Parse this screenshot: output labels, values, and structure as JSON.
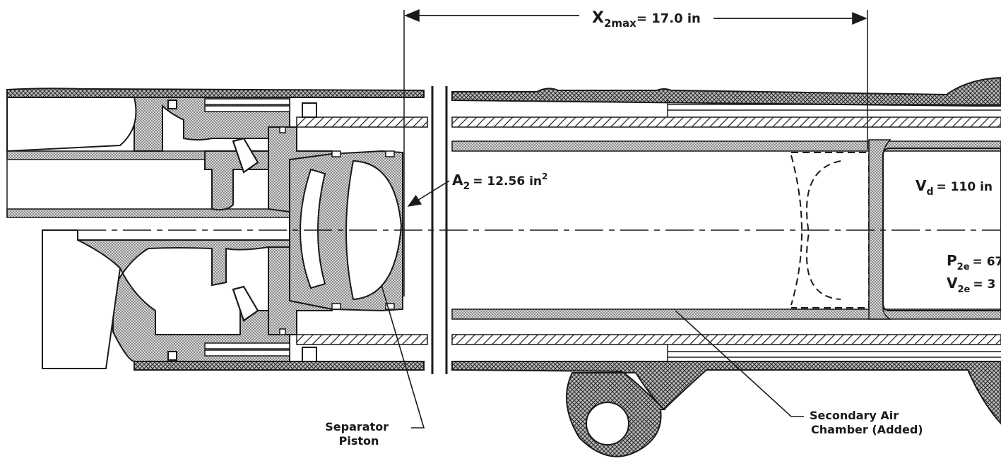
{
  "labels": {
    "dimension_base": "X",
    "dimension_sub": "2max",
    "dimension_value": "= 17.0 in",
    "area_base": "A",
    "area_sub": "2",
    "area_value": "= 12.56 in",
    "area_sup": "2",
    "vd_base": "V",
    "vd_sub": "d",
    "vd_value": "= 110 in",
    "p2e_base": "P",
    "p2e_sub": "2e",
    "p2e_value": "= 67",
    "v2e_base": "V",
    "v2e_sub": "2e",
    "v2e_value": "= 3",
    "separator_line1": "Separator",
    "separator_line2": "Piston",
    "chamber_line1": "Secondary Air",
    "chamber_line2": "Chamber  (Added)"
  },
  "colors": {
    "ink": "#1a1a1a",
    "stipple": "#c9c9c9",
    "paper": "#ffffff"
  }
}
